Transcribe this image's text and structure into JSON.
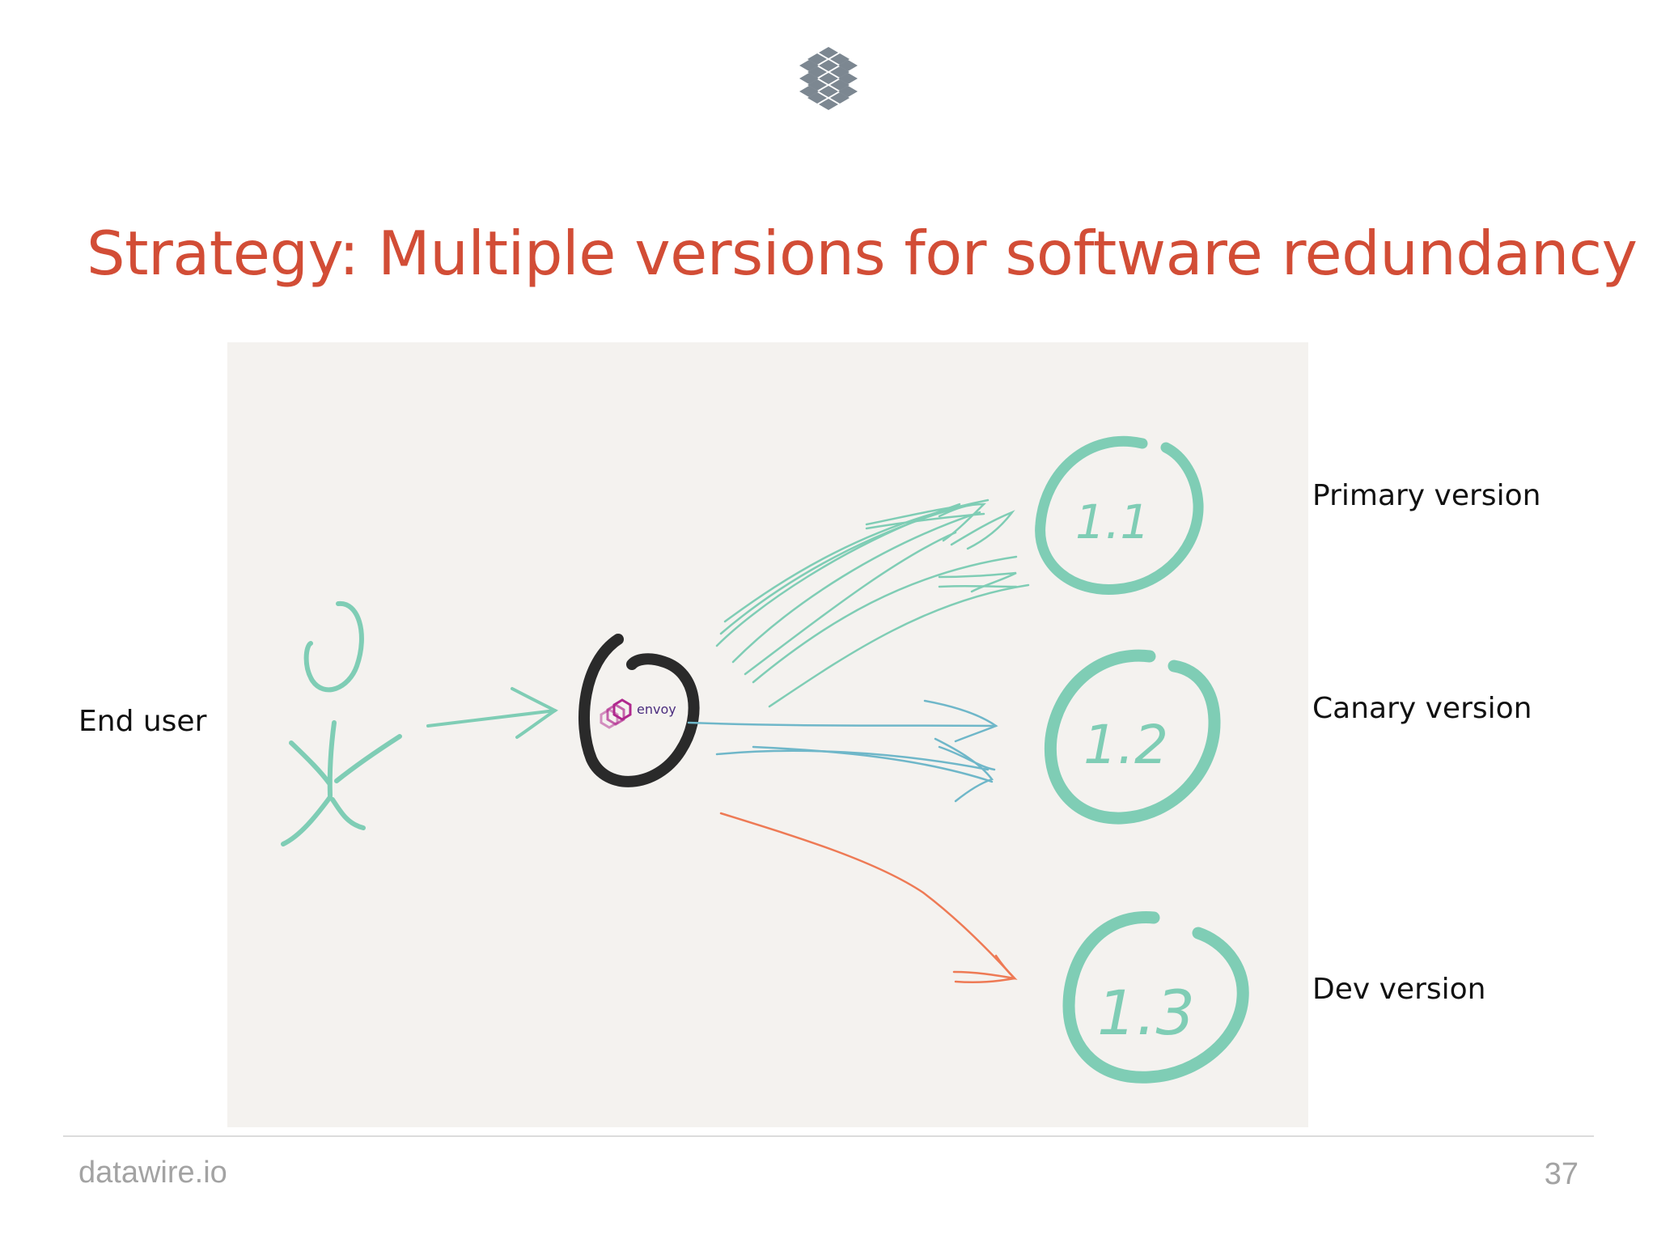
{
  "slide": {
    "title": "Strategy: Multiple versions for software redundancy",
    "footer_brand": "datawire.io",
    "page_number": "37"
  },
  "diagram": {
    "end_user_label": "End user",
    "envoy_text": "envoy",
    "versions": [
      {
        "number": "1.1",
        "label": "Primary version",
        "color": "#7fcdb5"
      },
      {
        "number": "1.2",
        "label": "Canary version",
        "color": "#7fcdb5"
      },
      {
        "number": "1.3",
        "label": "Dev version",
        "color": "#7fcdb5"
      }
    ]
  },
  "colors": {
    "title": "#d24d36",
    "hand_green": "#7fcdb5",
    "hand_blue": "#6fb7c9",
    "hand_orange": "#ee7a55",
    "envoy_ring": "#2a2a2a",
    "envoy_purple": "#b0288e",
    "canvas": "#f4f2ef",
    "footer": "#a3a3a3",
    "logo": "#7c8791"
  },
  "icons": {
    "logo": "datawire-hex-logo-icon",
    "envoy": "envoy-logo-icon"
  }
}
